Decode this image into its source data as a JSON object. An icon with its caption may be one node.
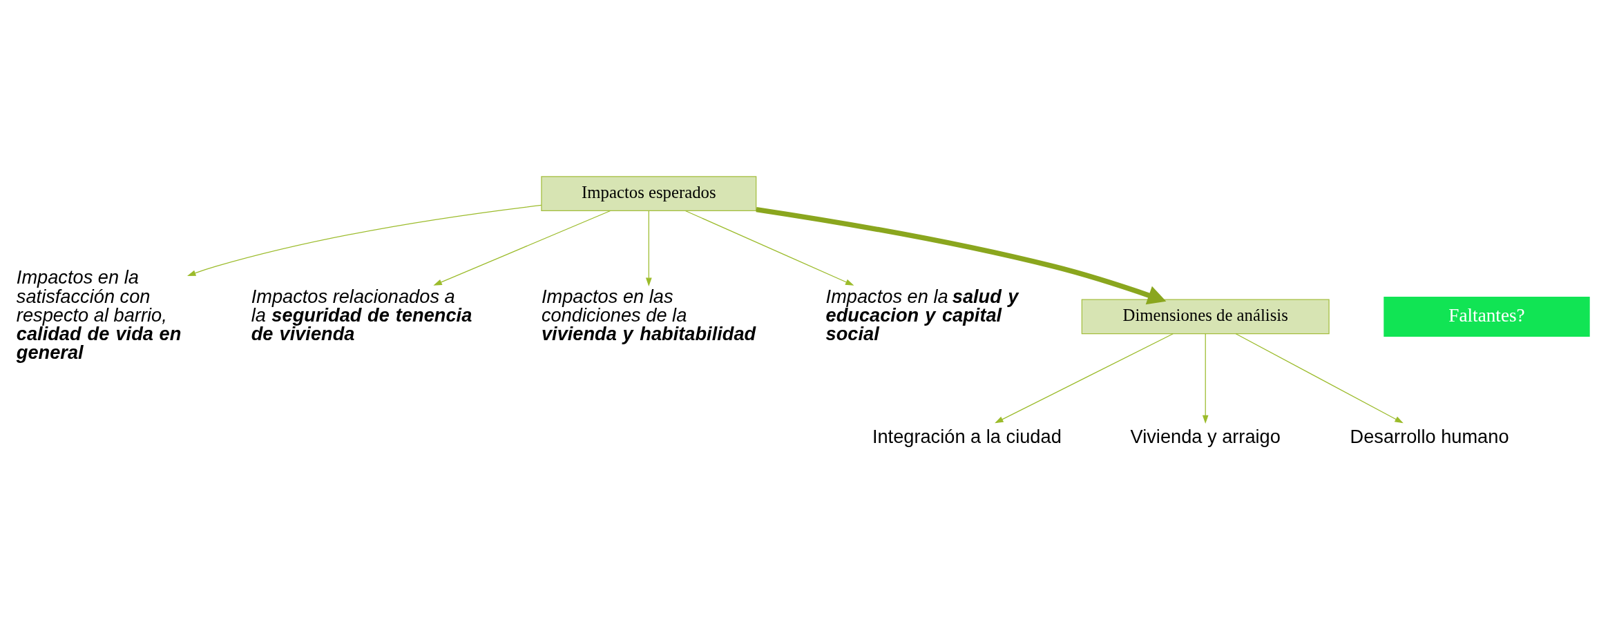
{
  "diagram": {
    "nodes": [
      {
        "text": [
          "Impactos esperados"
        ]
      },
      {
        "text": [
          "Impactos en la satisfacción con respecto al barrio, **calidad de vida en general**"
        ]
      },
      {
        "text": [
          "Impactos relacionados a la **seguridad de tenencia de vivienda**"
        ]
      },
      {
        "text": [
          "Impactos en las condiciones de la **vivienda y  habitabilidad**"
        ]
      },
      {
        "text": [
          "Impactos en la **salud y educacion y capital social**"
        ]
      },
      {
        "text": [
          "Dimensiones de análisis"
        ]
      },
      {
        "text": [
          "Integración a la ciudad"
        ]
      },
      {
        "text": [
          "Vivienda y arraigo"
        ]
      },
      {
        "text": [
          "Desarrollo humano"
        ]
      },
      {
        "text": [
          "Faltantes?"
        ]
      }
    ],
    "edges": [
      {
        "from": 0,
        "to": 1,
        "arrow": "to"
      },
      {
        "from": 0,
        "to": 2,
        "arrow": "to"
      },
      {
        "from": 0,
        "to": 3,
        "arrow": "to"
      },
      {
        "from": 0,
        "to": 4,
        "arrow": "to"
      },
      {
        "from": 0,
        "to": 5,
        "arrow": "to",
        "style": "thick",
        "color": "#8aa61e"
      },
      {
        "from": 5,
        "to": 6,
        "arrow": "to"
      },
      {
        "from": 5,
        "to": 7,
        "arrow": "to"
      },
      {
        "from": 5,
        "to": 8,
        "arrow": "to"
      }
    ]
  }
}
